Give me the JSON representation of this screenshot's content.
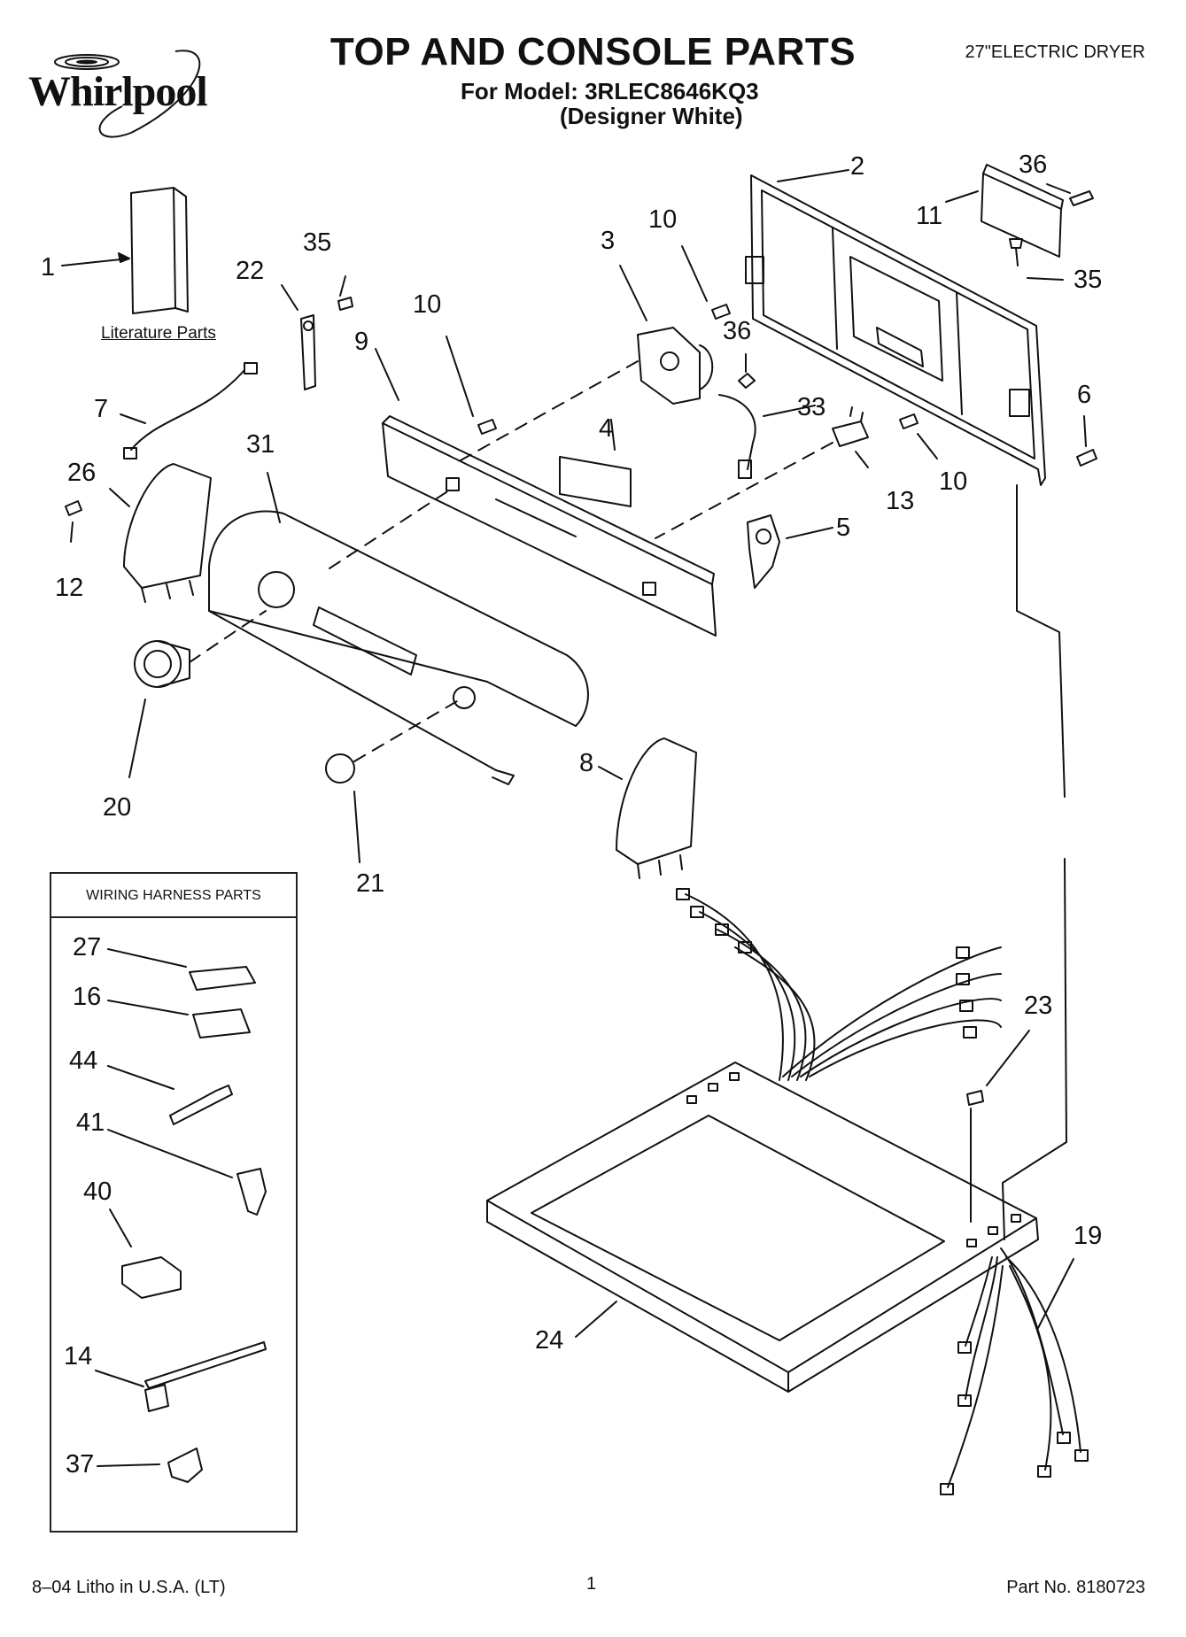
{
  "brand": {
    "name": "Whirlpool"
  },
  "header": {
    "title": "TOP AND CONSOLE PARTS",
    "model_line": "For Model: 3RLEC8646KQ3",
    "variant_line": "(Designer White)",
    "product": "27\"ELECTRIC DRYER"
  },
  "literature_label": "Literature Parts",
  "harness_box": {
    "title": "WIRING HARNESS PARTS"
  },
  "callouts": {
    "c1": "1",
    "c2": "2",
    "c3": "3",
    "c4": "4",
    "c5": "5",
    "c6": "6",
    "c7": "7",
    "c8": "8",
    "c9": "9",
    "c10a": "10",
    "c10b": "10",
    "c10c": "10",
    "c11": "11",
    "c12": "12",
    "c13": "13",
    "c14": "14",
    "c16": "16",
    "c19": "19",
    "c20": "20",
    "c21": "21",
    "c22": "22",
    "c23": "23",
    "c24": "24",
    "c26": "26",
    "c27": "27",
    "c31": "31",
    "c33": "33",
    "c35a": "35",
    "c35b": "35",
    "c36a": "36",
    "c36b": "36",
    "c37": "37",
    "c40": "40",
    "c41": "41",
    "c44": "44"
  },
  "footer": {
    "left": "8–04 Litho in U.S.A. (LT)",
    "center": "1",
    "right": "Part No. 8180723"
  }
}
